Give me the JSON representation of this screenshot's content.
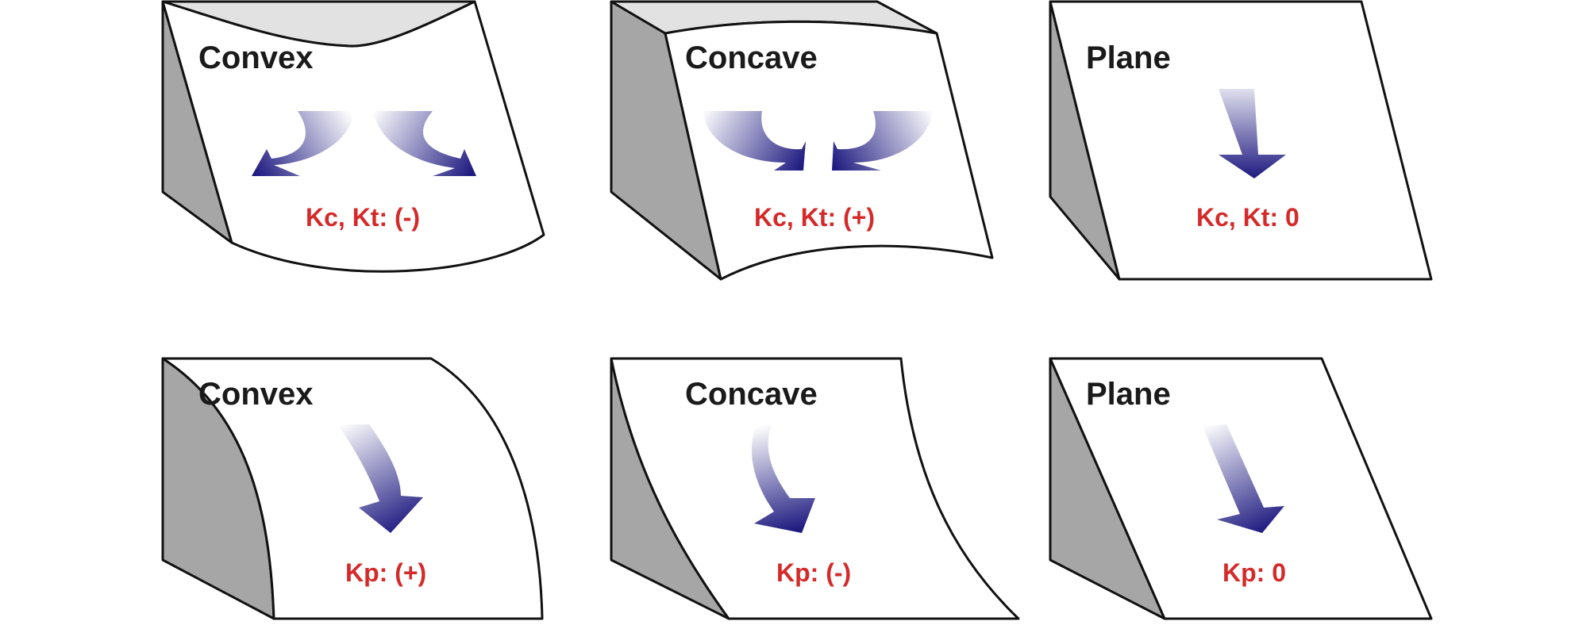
{
  "colors": {
    "label": "#1a1a1a",
    "formula": "#d42a2a",
    "arrow_dark": "#1e1a80",
    "side_face": "#a6a6a6",
    "top_face": "#e2e2e2"
  },
  "profile_curvature": {
    "convex": {
      "title": "Convex",
      "formula": "Kc, Kt: (-)"
    },
    "concave": {
      "title": "Concave",
      "formula": "Kc, Kt: (+)"
    },
    "plane": {
      "title": "Plane",
      "formula": "Kc, Kt: 0"
    }
  },
  "plan_curvature": {
    "convex": {
      "title": "Convex",
      "formula": "Kp: (+)"
    },
    "concave": {
      "title": "Concave",
      "formula": "Kp: (-)"
    },
    "plane": {
      "title": "Plane",
      "formula": "Kp: 0"
    }
  }
}
